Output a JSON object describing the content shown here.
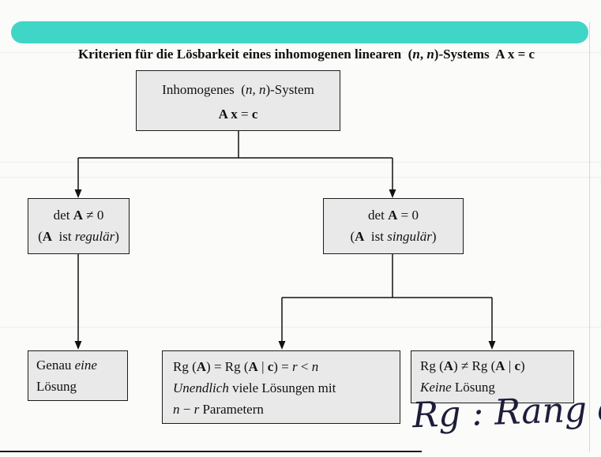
{
  "colors": {
    "banner_bg": "#3fd6c8",
    "box_bg": "#e9e9e9",
    "box_border": "#1c1c1c",
    "page_bg": "#fbfbfa",
    "line_color": "#121212",
    "handwriting_color": "#1d1d3a"
  },
  "banner": {
    "segments": [
      {
        "t": "Kriterien für die Lösbarkeit eines inhomogenen linearen  ("
      },
      {
        "t": "n",
        "s": "bi"
      },
      {
        "t": ", "
      },
      {
        "t": "n",
        "s": "bi"
      },
      {
        "t": ")-Systems  "
      },
      {
        "t": "A x",
        "s": "b"
      },
      {
        "t": " = "
      },
      {
        "t": "c",
        "s": "b"
      }
    ]
  },
  "flowchart": {
    "top_box": {
      "line1": [
        {
          "t": "Inhomogenes  ("
        },
        {
          "t": "n, n",
          "s": "i"
        },
        {
          "t": ")-System"
        }
      ],
      "line2": [
        {
          "t": "A x",
          "s": "b"
        },
        {
          "t": " = "
        },
        {
          "t": "c",
          "s": "b"
        }
      ]
    },
    "det_nonzero_box": {
      "line1": [
        {
          "t": "det "
        },
        {
          "t": "A",
          "s": "b"
        },
        {
          "t": " ≠ 0"
        }
      ],
      "line2": [
        {
          "t": "("
        },
        {
          "t": "A",
          "s": "b"
        },
        {
          "t": "  ist "
        },
        {
          "t": "regulär",
          "s": "i"
        },
        {
          "t": ")"
        }
      ]
    },
    "det_zero_box": {
      "line1": [
        {
          "t": "det "
        },
        {
          "t": "A",
          "s": "b"
        },
        {
          "t": " = 0"
        }
      ],
      "line2": [
        {
          "t": "("
        },
        {
          "t": "A",
          "s": "b"
        },
        {
          "t": "  ist "
        },
        {
          "t": "singulär",
          "s": "i"
        },
        {
          "t": ")"
        }
      ]
    },
    "unique_solution_box": {
      "line1": [
        {
          "t": "Genau "
        },
        {
          "t": "eine",
          "s": "i"
        }
      ],
      "line2": [
        {
          "t": "Lösung"
        }
      ]
    },
    "infinite_solutions_box": {
      "line1": [
        {
          "t": "Rg ("
        },
        {
          "t": "A",
          "s": "b"
        },
        {
          "t": ") = Rg ("
        },
        {
          "t": "A",
          "s": "b"
        },
        {
          "t": " | "
        },
        {
          "t": "c",
          "s": "b"
        },
        {
          "t": ") = "
        },
        {
          "t": "r",
          "s": "i"
        },
        {
          "t": " < "
        },
        {
          "t": "n",
          "s": "i"
        }
      ],
      "line2": [
        {
          "t": "Unendlich",
          "s": "i"
        },
        {
          "t": " viele Lösungen mit"
        }
      ],
      "line3": [
        {
          "t": "n",
          "s": "i"
        },
        {
          "t": " − ",
          "s": ""
        },
        {
          "t": "r",
          "s": "i"
        },
        {
          "t": " Parametern"
        }
      ]
    },
    "no_solution_box": {
      "line1": [
        {
          "t": "Rg ("
        },
        {
          "t": "A",
          "s": "b"
        },
        {
          "t": ") ≠ Rg ("
        },
        {
          "t": "A",
          "s": "b"
        },
        {
          "t": " | "
        },
        {
          "t": "c",
          "s": "b"
        },
        {
          "t": ")"
        }
      ],
      "line2": [
        {
          "t": "Keine",
          "s": "i"
        },
        {
          "t": " Lösung"
        }
      ]
    }
  },
  "handwriting": {
    "text": "Rg : Rang d. M"
  }
}
